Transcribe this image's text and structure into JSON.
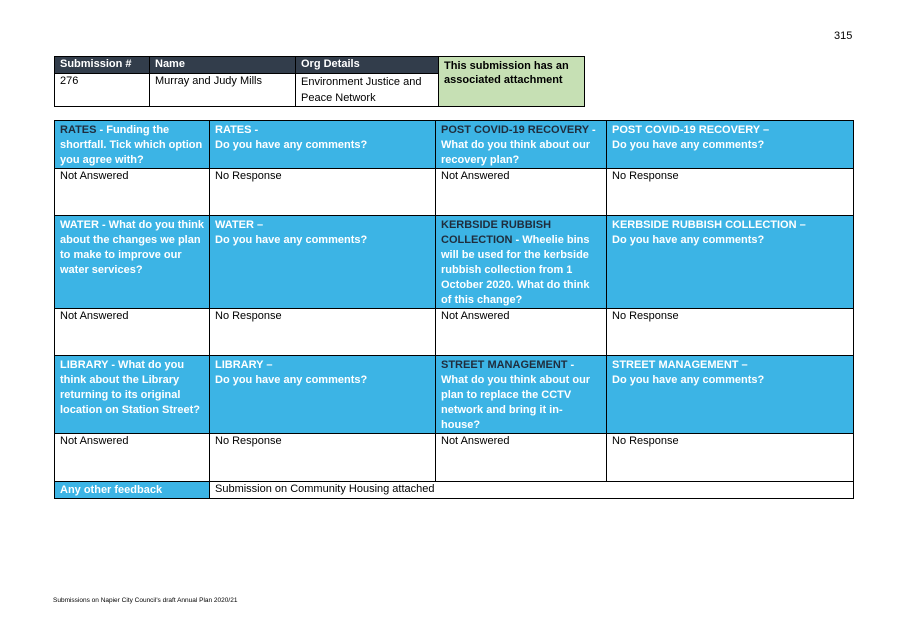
{
  "page_number": "315",
  "footer": "Submissions on Napier City Council's draft Annual Plan 2020/21",
  "submission": {
    "headers": [
      "Submission #",
      "Name",
      "Org Details"
    ],
    "values": [
      "276",
      "Murray and Judy Mills",
      "Environment Justice and Peace Network"
    ],
    "attachment_note": "This submission has an associated attachment"
  },
  "sections": [
    {
      "q1_key": "RATES",
      "q1_text": " - Funding the shortfall. Tick which option you agree with?",
      "q2_title": "RATES -",
      "q2_text": "Do you have any comments?",
      "q3_key": "POST COVID-19 RECOVERY",
      "q3_text": " - What do you think about our recovery plan?",
      "q4_title": "POST COVID-19 RECOVERY –",
      "q4_text": "Do you have any comments?",
      "answers": [
        "Not Answered",
        "No Response",
        "Not Answered",
        "No Response"
      ]
    },
    {
      "q1_key": "WATER",
      "q1_text": " - What do you think about the changes we plan to make to improve our water services?",
      "q2_title": "WATER –",
      "q2_text": "Do you have any comments?",
      "q3_key": "KERBSIDE RUBBISH COLLECTION",
      "q3_text": " - Wheelie bins will be used for the kerbside rubbish collection from 1 October 2020. What do think of this change?",
      "q4_title": "KERBSIDE RUBBISH COLLECTION –",
      "q4_text": "Do you have any comments?",
      "answers": [
        "Not Answered",
        "No Response",
        "Not Answered",
        "No Response"
      ]
    },
    {
      "q1_key": "LIBRARY",
      "q1_text": " - What do you think about the Library returning to its original location on Station Street?",
      "q2_title": "LIBRARY –",
      "q2_text": "Do you have any comments?",
      "q3_key": "STREET MANAGEMENT",
      "q3_text": " - What do you think about our plan to replace the CCTV network and bring it in-house?",
      "q4_title": "STREET MANAGEMENT –",
      "q4_text": "Do you have any comments?",
      "answers": [
        "Not Answered",
        "No Response",
        "Not Answered",
        "No Response"
      ]
    }
  ],
  "other_feedback": {
    "label": "Any other feedback",
    "value": "Submission on Community Housing attached"
  }
}
